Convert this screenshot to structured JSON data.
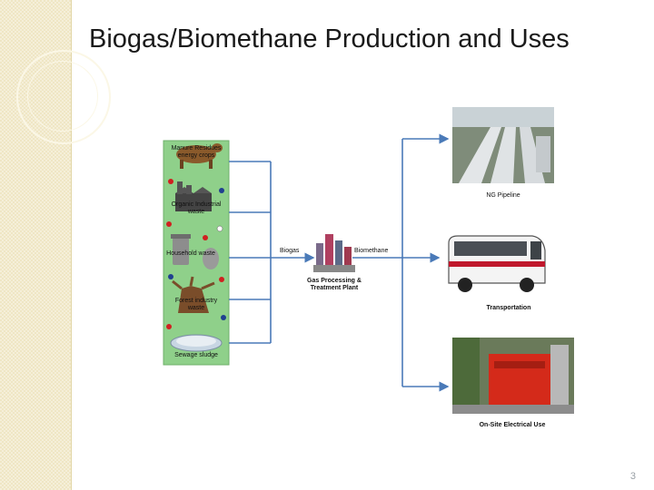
{
  "slide": {
    "title": "Biogas/Biomethane Production and Uses",
    "page_number": "3"
  },
  "diagram": {
    "sources": [
      {
        "label": "Manure Residues energy crops",
        "icon": "cow-icon"
      },
      {
        "label": "Organic Industrial waste",
        "icon": "factory-icon"
      },
      {
        "label": "Household waste",
        "icon": "trash-bin-icon"
      },
      {
        "label": "Forest industry waste",
        "icon": "tree-stump-icon"
      },
      {
        "label": "Sewage sludge",
        "icon": "sludge-basin-icon"
      }
    ],
    "biogas_label": "Biogas",
    "biomethane_label": "Biomethane",
    "plant_label": "Gas Processing & Treatment Plant",
    "uses": [
      {
        "label": "NG Pipeline",
        "icon": "pipeline-photo"
      },
      {
        "label": "Transportation",
        "icon": "bus-icon"
      },
      {
        "label": "On-Site Electrical Use",
        "icon": "generator-photo"
      }
    ],
    "colors": {
      "arrow": "#4a7ab8",
      "panel": "#8fd08a"
    }
  }
}
